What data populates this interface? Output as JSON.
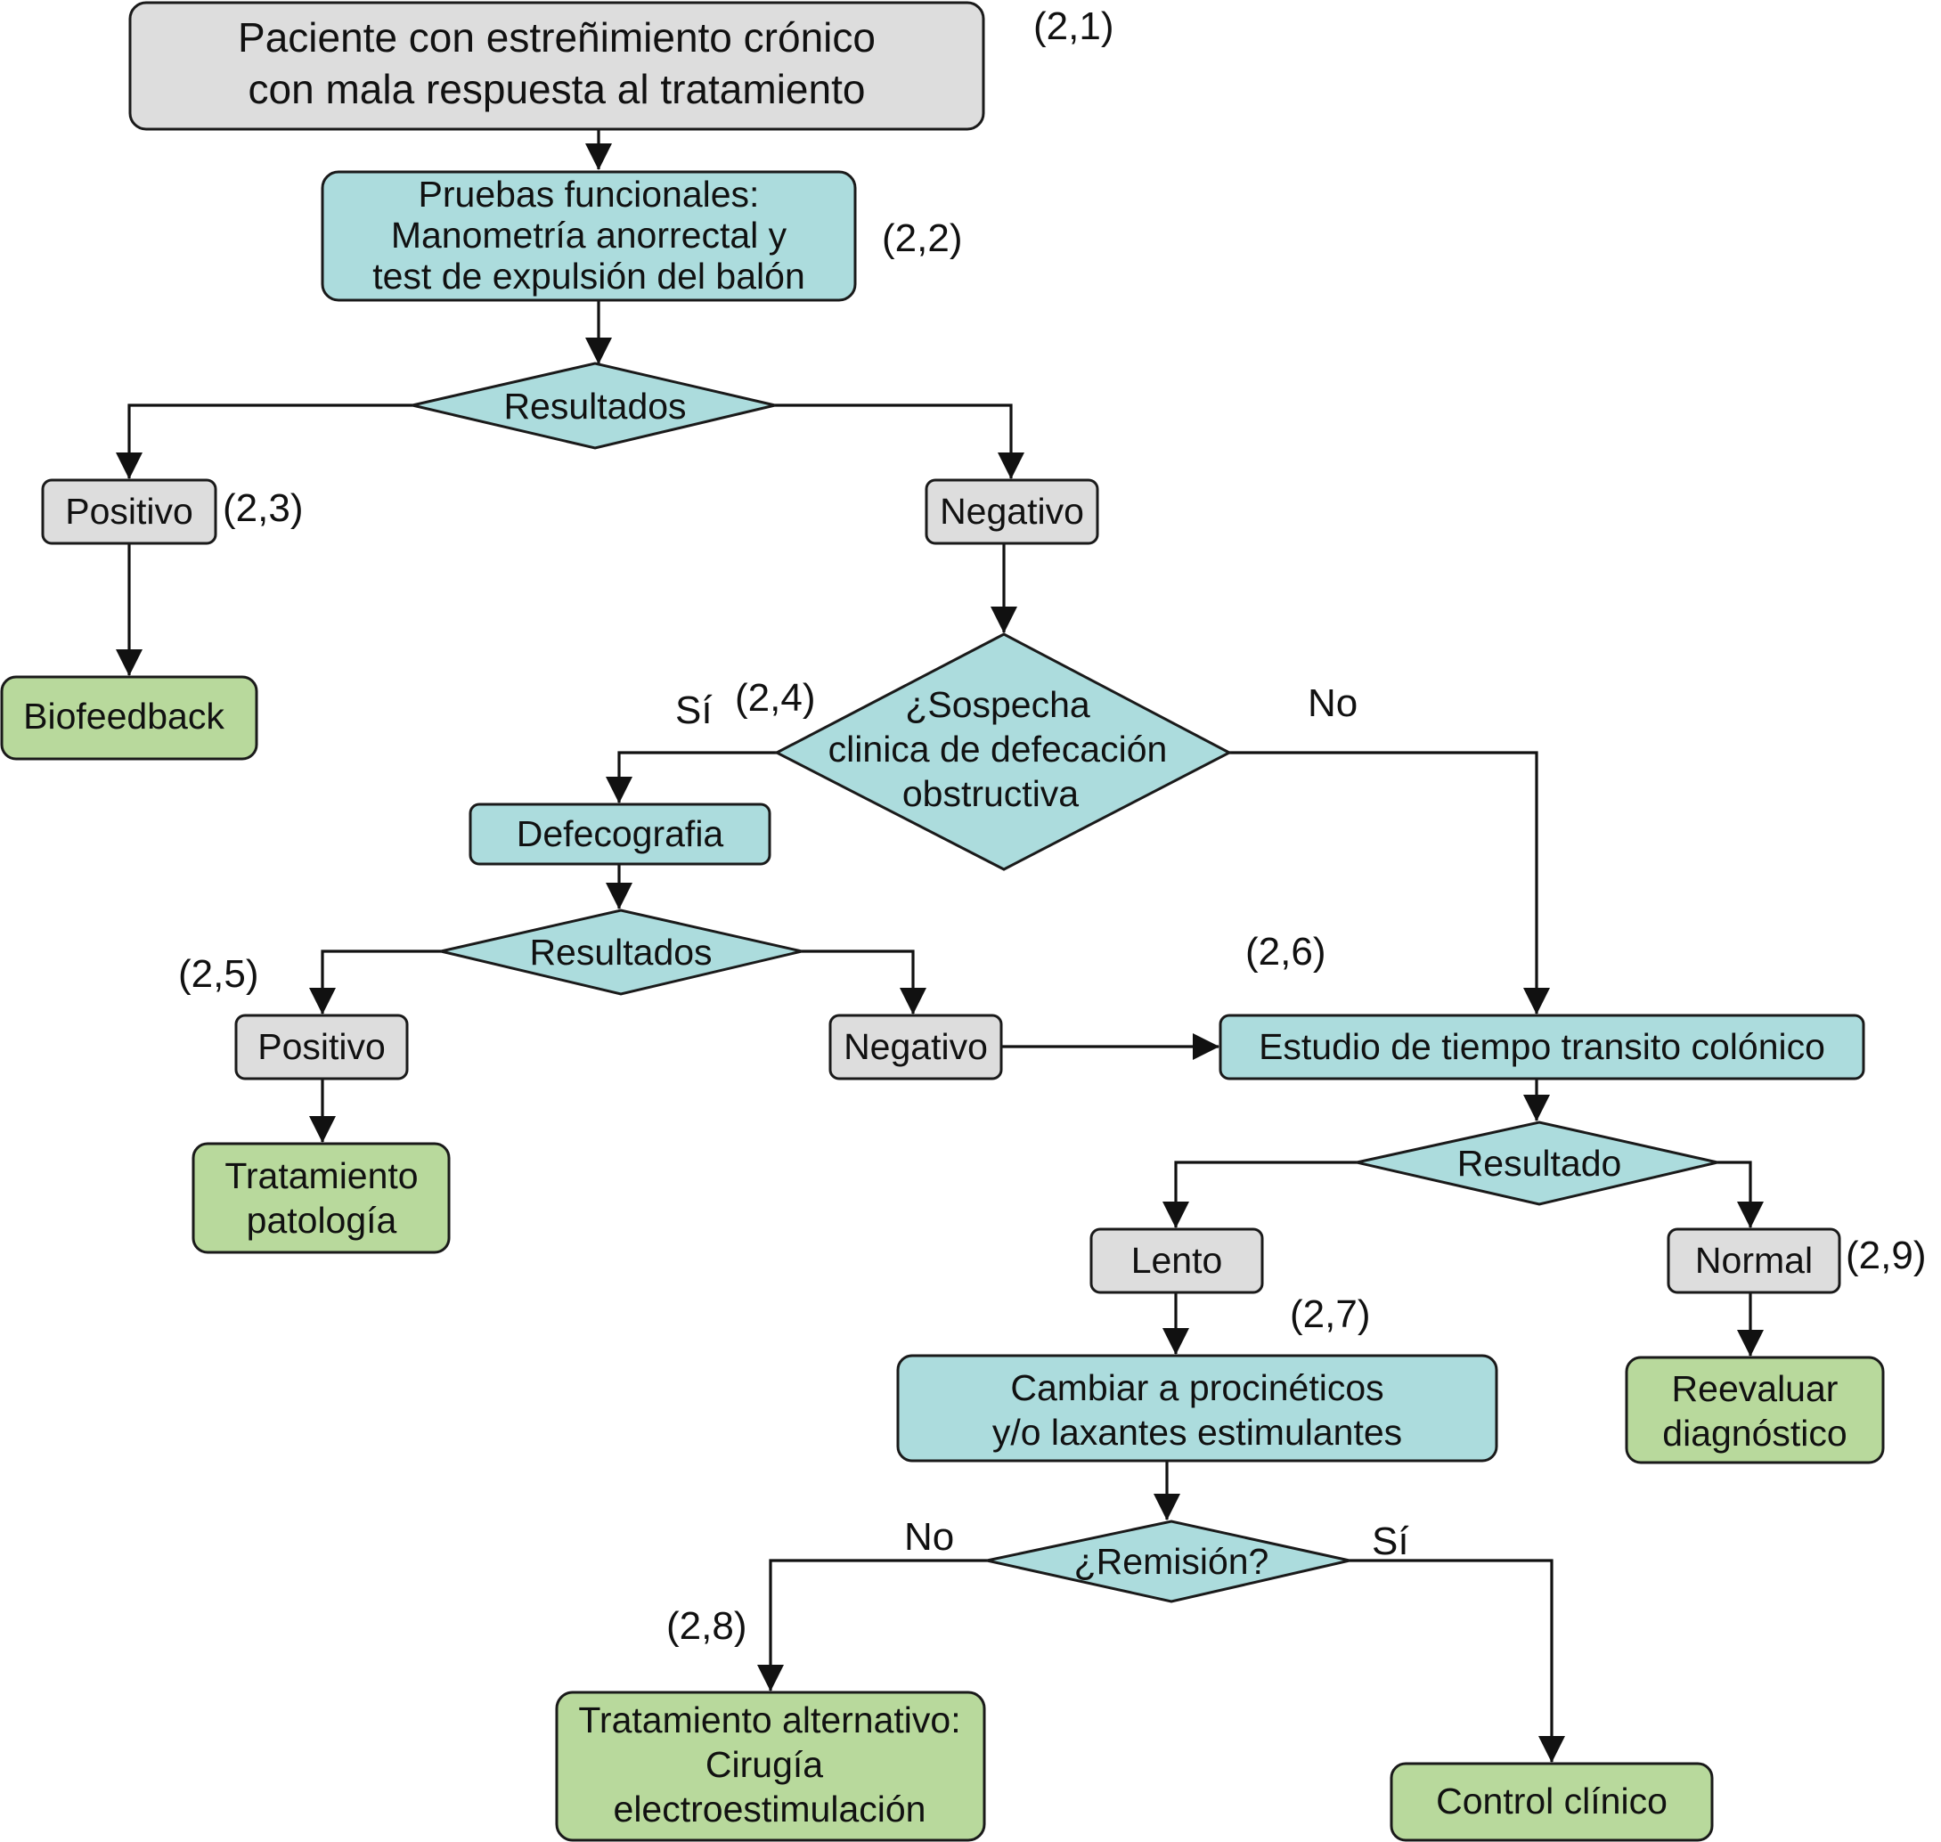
{
  "colors": {
    "gray": "#dddddd",
    "teal": "#acdcdd",
    "green": "#b8d99c",
    "line": "#111111"
  },
  "nodes": {
    "start": {
      "lines": [
        "Paciente con estreñimiento crónico",
        "con mala respuesta al tratamiento"
      ]
    },
    "pruebas": {
      "lines": [
        "Pruebas funcionales:",
        "Manometría anorrectal y",
        "test de expulsión del balón"
      ]
    },
    "resultados1": {
      "lines": [
        "Resultados"
      ]
    },
    "positivo1": {
      "lines": [
        "Positivo"
      ]
    },
    "negativo1": {
      "lines": [
        "Negativo"
      ]
    },
    "biofeedback": {
      "lines": [
        "Biofeedback"
      ]
    },
    "sospecha": {
      "lines": [
        "¿Sospecha",
        "clinica de defecación",
        "obstructiva"
      ]
    },
    "defecografia": {
      "lines": [
        "Defecografia"
      ]
    },
    "resultados2": {
      "lines": [
        "Resultados"
      ]
    },
    "positivo2": {
      "lines": [
        "Positivo"
      ]
    },
    "negativo2": {
      "lines": [
        "Negativo"
      ]
    },
    "tratamiento_patologia": {
      "lines": [
        "Tratamiento",
        "patología"
      ]
    },
    "estudio": {
      "lines": [
        "Estudio de tiempo transito colónico"
      ]
    },
    "resultado3": {
      "lines": [
        "Resultado"
      ]
    },
    "lento": {
      "lines": [
        "Lento"
      ]
    },
    "normal": {
      "lines": [
        "Normal"
      ]
    },
    "cambiar": {
      "lines": [
        "Cambiar a procinéticos",
        "y/o laxantes estimulantes"
      ]
    },
    "reevaluar": {
      "lines": [
        "Reevaluar",
        "diagnóstico"
      ]
    },
    "remision": {
      "lines": [
        "¿Remisión?"
      ]
    },
    "tratamiento_alternativo": {
      "lines": [
        "Tratamiento alternativo:",
        "Cirugía",
        "electroestimulación"
      ]
    },
    "control": {
      "lines": [
        "Control clínico"
      ]
    }
  },
  "branch_labels": {
    "si_sospecha": "Sí",
    "no_sospecha": "No",
    "no_remision": "No",
    "si_remision": "Sí"
  },
  "references": {
    "r21": "(2,1)",
    "r22": "(2,2)",
    "r23": "(2,3)",
    "r24": "(2,4)",
    "r25": "(2,5)",
    "r26": "(2,6)",
    "r27": "(2,7)",
    "r28": "(2,8)",
    "r29": "(2,9)"
  }
}
